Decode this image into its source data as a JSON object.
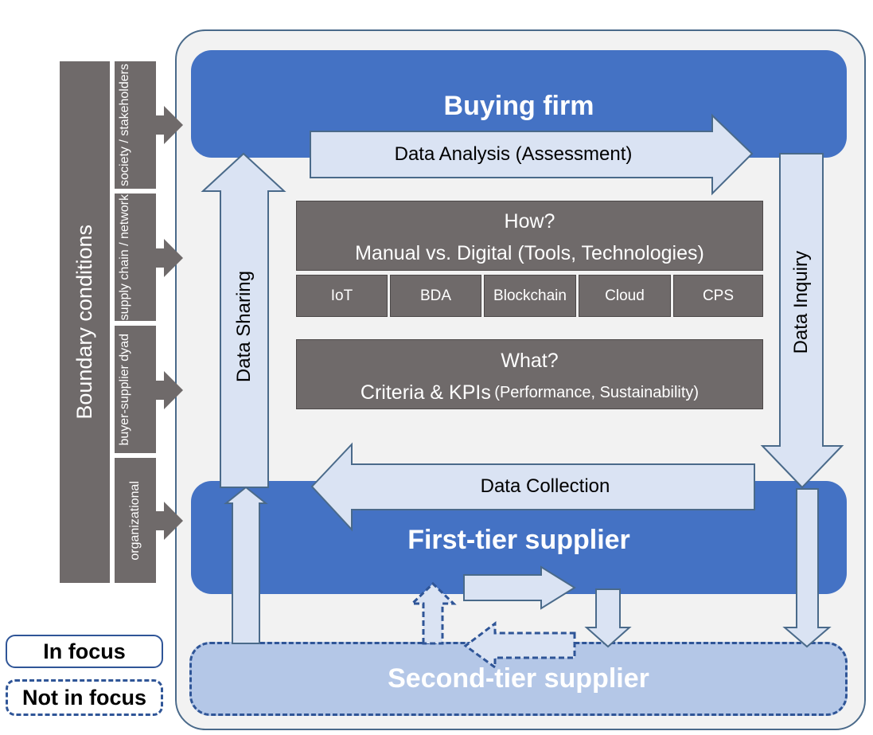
{
  "boundary": {
    "title": "Boundary conditions",
    "items": [
      "society / stakeholders",
      "supply chain / network",
      "buyer-supplier dyad",
      "organizational"
    ]
  },
  "buying_firm": "Buying firm",
  "first_tier": "First-tier supplier",
  "second_tier": "Second-tier supplier",
  "flows": {
    "analysis": "Data Analysis (Assessment)",
    "sharing": "Data Sharing",
    "inquiry": "Data Inquiry",
    "collection": "Data Collection"
  },
  "how": {
    "title": "How?",
    "subtitle": "Manual vs. Digital (Tools, Technologies)",
    "tech": [
      "IoT",
      "BDA",
      "Blockchain",
      "Cloud",
      "CPS"
    ]
  },
  "what": {
    "title": "What?",
    "subtitle_main": "Criteria & KPIs",
    "subtitle_small": "(Performance, Sustainability)"
  },
  "legend": {
    "in_focus": "In focus",
    "not_in_focus": "Not in focus"
  },
  "colors": {
    "blue": "#4472c4",
    "light_blue": "#dae3f3",
    "pale_blue": "#b4c7e7",
    "dark_outline": "#2f5597",
    "grey": "#6f6a6a"
  }
}
